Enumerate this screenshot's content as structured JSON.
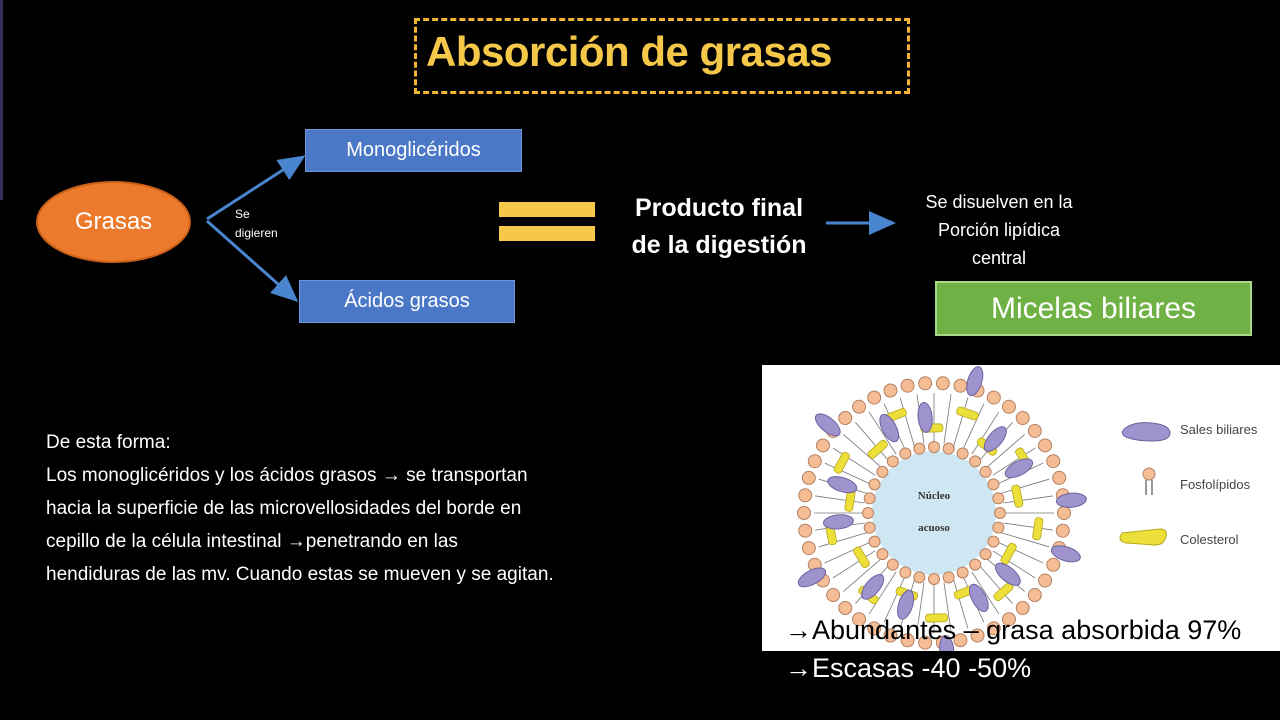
{
  "title": "Absorción de grasas",
  "nodes": {
    "grasas": "Grasas",
    "monogliceridos": "Monoglicéridos",
    "acidos_grasos": "Ácidos grasos",
    "se_digieren": [
      "Se",
      "digieren"
    ],
    "producto_final": [
      "Producto final",
      "de la digestión"
    ],
    "se_disuelven": [
      "Se disuelven en la",
      "Porción lipídica",
      "central"
    ],
    "micelas": "Micelas biliares"
  },
  "paragraph": [
    "De esta forma:",
    "Los monoglicéridos y los ácidos grasos → se transportan",
    "hacia la superficie de las microvellosidades del borde en",
    "cepillo de la célula intestinal →penetrando en las",
    "hendiduras de las mv. Cuando estas se mueven y se agitan."
  ],
  "figure": {
    "center_label": [
      "Núcleo",
      "acuoso"
    ],
    "legend": [
      {
        "label": "Sales biliares",
        "icon": "bile-salt-icon",
        "color": "#9e93cc"
      },
      {
        "label": "Fosfolípidos",
        "icon": "phospholipid-icon",
        "color": "#f4bd95"
      },
      {
        "label": "Colesterol",
        "icon": "cholesterol-icon",
        "color": "#ecdf3a"
      }
    ]
  },
  "bullets": [
    "→Abundantes – grasa absorbida 97%",
    "→Escasas -40 -50%"
  ],
  "colors": {
    "background": "#000000",
    "title": "#f6c84a",
    "orange_node": "#ec7a2c",
    "blue_box": "#4a78c6",
    "green_box": "#6fb144",
    "arrow": "#4a86d0"
  }
}
